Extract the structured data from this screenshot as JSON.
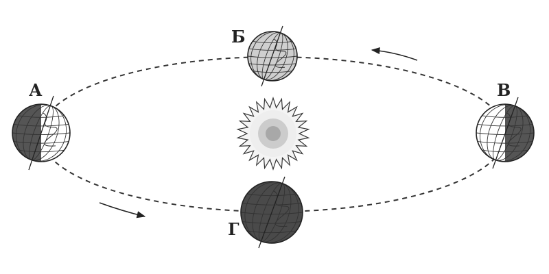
{
  "diagram": {
    "positions": [
      {
        "id": "A",
        "label": "А"
      },
      {
        "id": "B",
        "label": "Б"
      },
      {
        "id": "V",
        "label": "В"
      },
      {
        "id": "G",
        "label": "Г"
      }
    ],
    "colors": {
      "ink": "#222222",
      "night": "#555555",
      "day": "#ffffff",
      "grey_globe": "#cfcfcf",
      "dark_globe": "#4a4a4a",
      "sun_outer": "#f2f2f2",
      "sun_mid": "#cccccc",
      "sun_core": "#a8a8a8"
    },
    "icons": {
      "sun": "sun-icon",
      "globe": "earth-globe-icon",
      "arrow": "orbit-direction-arrow-icon"
    }
  }
}
